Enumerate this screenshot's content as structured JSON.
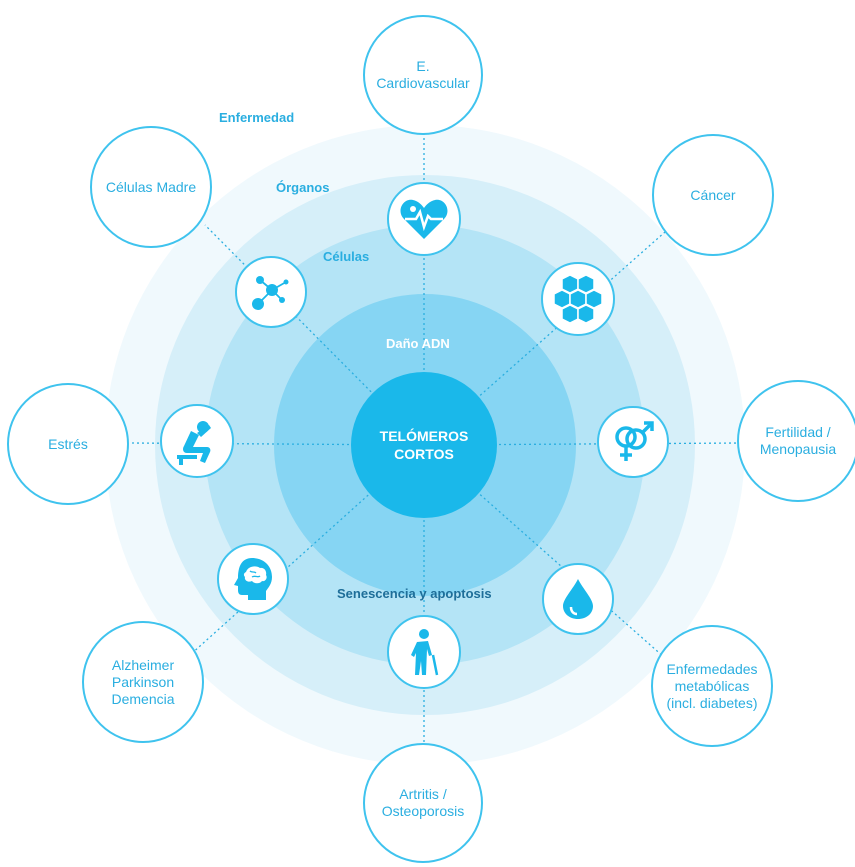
{
  "center": {
    "label": "TELÓMEROS\nCORTOS"
  },
  "rings": {
    "dano_adn": "Daño ADN",
    "celulas": "Células",
    "organos": "Órganos",
    "enfermedad": "Enfermedad",
    "senescencia": "Senescencia y apoptosis"
  },
  "outer_nodes": [
    {
      "label": "E.\nCardiovascular"
    },
    {
      "label": "Cáncer"
    },
    {
      "label": "Fertilidad /\nMenopausia"
    },
    {
      "label": "Enfermedades\nmetabólicas\n(incl. diabetes)"
    },
    {
      "label": "Artritis /\nOsteoporosis"
    },
    {
      "label": "Alzheimer\nParkinson\nDemencia"
    },
    {
      "label": "Estrés"
    },
    {
      "label": "Células Madre"
    }
  ],
  "icons": [
    {
      "name": "heart-pulse-icon"
    },
    {
      "name": "hexagon-cells-icon"
    },
    {
      "name": "gender-symbols-icon"
    },
    {
      "name": "water-drop-icon"
    },
    {
      "name": "elderly-person-icon"
    },
    {
      "name": "brain-head-icon"
    },
    {
      "name": "stressed-person-icon"
    },
    {
      "name": "molecule-icon"
    }
  ],
  "colors": {
    "ring_outer": "#f0f9fd",
    "ring_2": "#d6eff9",
    "ring_3": "#b4e4f6",
    "ring_4": "#86d5f3",
    "center": "#1ab8ea",
    "accent": "#1ab8ea",
    "accent_dark": "#1e8fc0"
  }
}
